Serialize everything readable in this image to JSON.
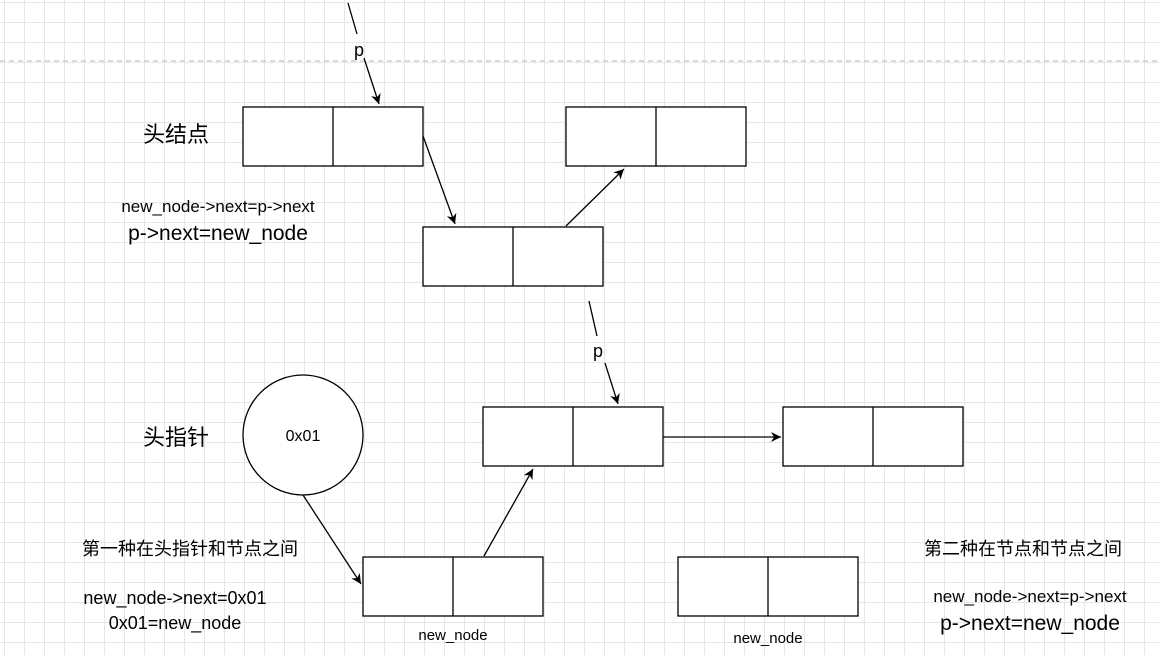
{
  "labels": {
    "head_node": "头结点",
    "head_pointer": "头指针",
    "case1_title": "第一种在头指针和节点之间",
    "case2_title": "第二种在节点和节点之间"
  },
  "pointers": {
    "p_top": "p",
    "p_bottom": "p"
  },
  "circle": {
    "address": "0x01"
  },
  "code_top": {
    "line1": "new_node->next=p->next",
    "line2": "p->next=new_node"
  },
  "code_case1": {
    "line1": "new_node->next=0x01",
    "line2": "0x01=new_node"
  },
  "code_case2": {
    "line1": "new_node->next=p->next",
    "line2": "p->next=new_node"
  },
  "node_labels": {
    "bottom_left": "new_node",
    "bottom_right": "new_node"
  }
}
